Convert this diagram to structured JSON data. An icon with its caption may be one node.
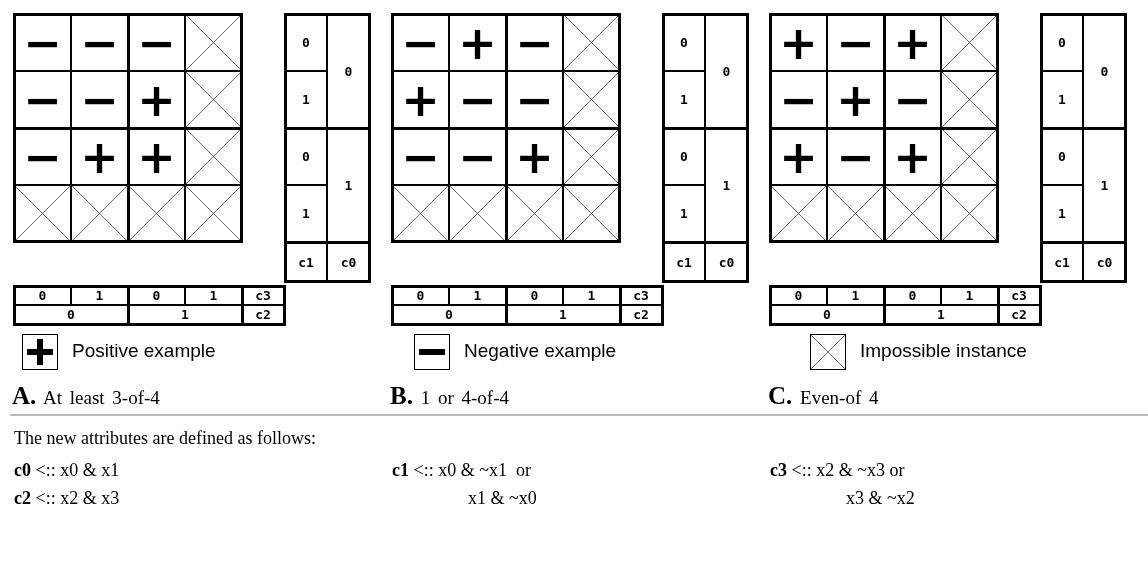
{
  "diagram": {
    "labels": [
      "−",
      "−",
      "−",
      "−",
      "−",
      "+",
      "−",
      "+",
      "+",
      "0",
      "0",
      "1",
      "0",
      "1",
      "1",
      "c1",
      "c0",
      "0",
      "1",
      "0",
      "1",
      "c3",
      "0",
      "1",
      "c2",
      "−",
      "+",
      "−",
      "+",
      "−",
      "−",
      "−",
      "−",
      "+",
      "0",
      "0",
      "1",
      "0",
      "1",
      "1",
      "c1",
      "c0",
      "0",
      "1",
      "0",
      "1",
      "c3",
      "0",
      "1",
      "c2",
      "+",
      "−",
      "+",
      "−",
      "+",
      "−",
      "+",
      "−",
      "+",
      "0",
      "0",
      "1",
      "0",
      "1",
      "1",
      "c1",
      "c0",
      "0",
      "1",
      "0",
      "1",
      "c3",
      "0",
      "1",
      "c2",
      "**A.** At least 3-of-4",
      "**B.** 1 or 4-of-4",
      "**C.** Even-of 4",
      "The new attributes are defined as follows:",
      "**c0** <:: x0 & x1",
      "**c1** <:: x0 & ~x1  or x1 & ~x0",
      "**c3** <:: x2 & ~x3 or x3 & ~x2",
      "**c2** <:: x2 & x3"
    ],
    "legend": [
      {
        "text": "Positive example"
      },
      {
        "text": "Negative example"
      },
      {
        "text": "Impossible instance"
      }
    ]
  }
}
